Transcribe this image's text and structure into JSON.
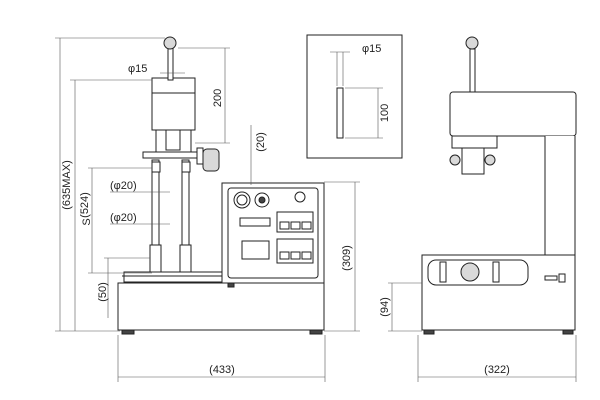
{
  "front_view": {
    "handle_dia": "φ15",
    "handle_height": "200",
    "offset": "(20)",
    "column_dia_1": "(φ20)",
    "column_dia_2": "(φ20)",
    "stroke": "S",
    "height_524": "(524)",
    "height_max": "(635MAX)",
    "base_height": "(50)",
    "panel_height": "(309)",
    "width": "(433)"
  },
  "detail_view": {
    "pin_dia": "φ15",
    "pin_length": "100"
  },
  "side_view": {
    "base_height": "(94)",
    "depth": "(322)"
  }
}
